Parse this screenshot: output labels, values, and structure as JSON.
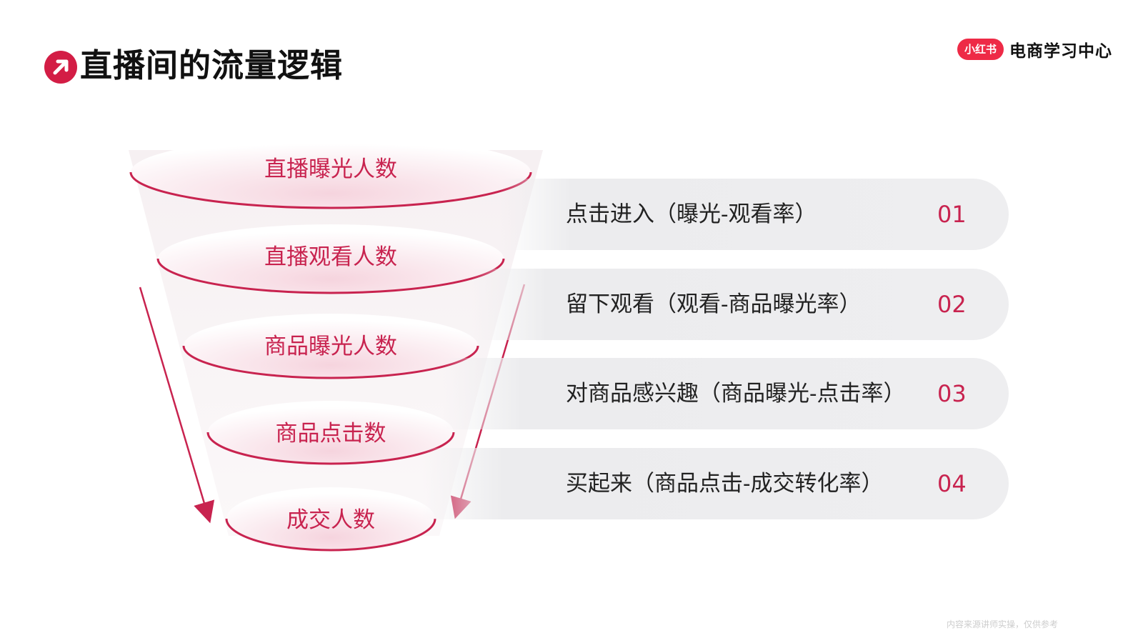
{
  "header": {
    "title": "直播间的流量逻辑",
    "brand_logo": "小红书",
    "brand_name": "电商学习中心"
  },
  "funnel": {
    "tiers": [
      "直播曝光人数",
      "直播观看人数",
      "商品曝光人数",
      "商品点击数",
      "成交人数"
    ]
  },
  "steps": [
    {
      "label": "点击进入（曝光-观看率）",
      "number": "01"
    },
    {
      "label": "留下观看（观看-商品曝光率）",
      "number": "02"
    },
    {
      "label": "对商品感兴趣（商品曝光-点击率）",
      "number": "03"
    },
    {
      "label": "买起来（商品点击-成交转化率）",
      "number": "04"
    }
  ],
  "footnote": "内容来源讲师实操，仅供参考",
  "colors": {
    "accent": "#c8234f",
    "icon_bg": "#d31d45",
    "brand_red": "#ee2a46",
    "row_bg": "#ececee"
  }
}
